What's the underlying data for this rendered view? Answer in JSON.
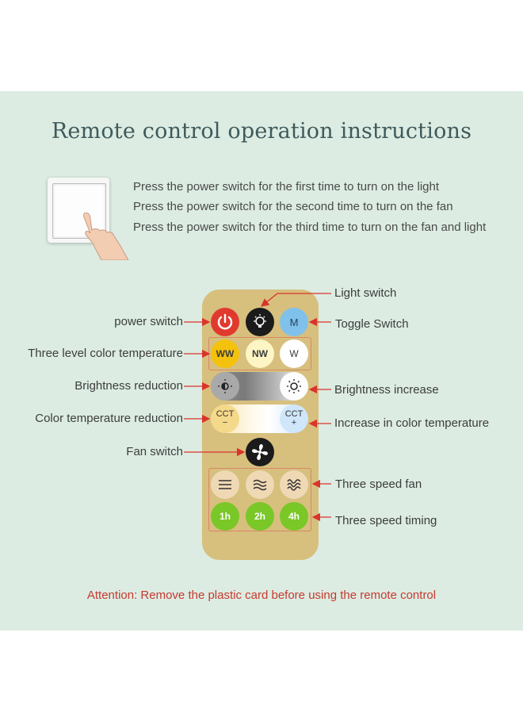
{
  "title": "Remote control operation instructions",
  "instructions": [
    "Press the power switch for the first time to turn on the light",
    "Press the power switch for the second time to turn on the fan",
    "Press the power switch for the third time to turn on the fan and light"
  ],
  "buttons": {
    "mode": "M",
    "ww": "WW",
    "nw": "NW",
    "w": "W",
    "cct_minus": "CCT\n−",
    "cct_plus": "CCT\n+",
    "t1": "1h",
    "t2": "2h",
    "t3": "4h"
  },
  "labels": {
    "power_switch": "power switch",
    "three_level": "Three level color temperature",
    "brightness_reduction": "Brightness reduction",
    "cct_reduction": "Color temperature reduction",
    "fan_switch": "Fan switch",
    "light_switch": "Light switch",
    "toggle_switch": "Toggle Switch",
    "brightness_increase": "Brightness increase",
    "cct_increase": "Increase in color temperature",
    "three_speed_fan": "Three speed fan",
    "three_speed_timing": "Three speed timing"
  },
  "attention": "Attention: Remove the plastic card before using the remote control",
  "colors": {
    "background": "#dcece2",
    "remote": "#d7bf7e",
    "power": "#e03a2f",
    "mode": "#7fc1ea",
    "ww": "#f4c20d",
    "nw": "#fdf5c4",
    "timer": "#7ac728",
    "speed": "#efd9b5",
    "arrow": "#d9342b",
    "attention": "#c7392f"
  }
}
